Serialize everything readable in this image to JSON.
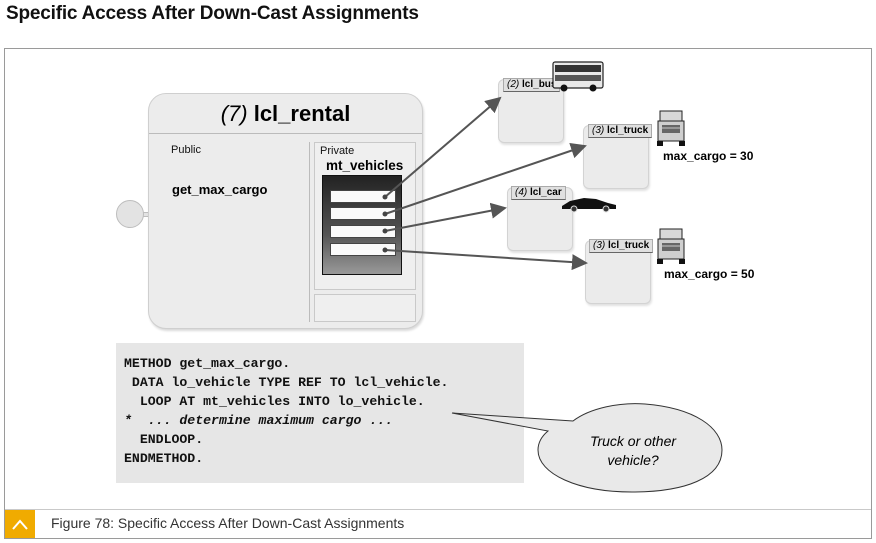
{
  "page": {
    "title": "Specific Access After Down-Cast Assignments"
  },
  "class_box": {
    "number": "(7)",
    "name": "lcl_rental",
    "public_label": "Public",
    "public_method": "get_max_cargo",
    "private_label": "Private",
    "private_attribute": "mt_vehicles"
  },
  "objects": [
    {
      "number": "(2)",
      "name": "lcl_bus",
      "icon": "bus-icon",
      "attribute": ""
    },
    {
      "number": "(3)",
      "name": "lcl_truck",
      "icon": "truck-icon",
      "attribute": "max_cargo = 30"
    },
    {
      "number": "(4)",
      "name": "lcl_car",
      "icon": "car-icon",
      "attribute": ""
    },
    {
      "number": "(3)",
      "name": "lcl_truck",
      "icon": "truck-icon",
      "attribute": "max_cargo = 50"
    }
  ],
  "code": {
    "lines": [
      "METHOD get_max_cargo.",
      " DATA lo_vehicle TYPE REF TO lcl_vehicle.",
      "  LOOP AT mt_vehicles INTO lo_vehicle.",
      "*  ... determine maximum cargo ...",
      "  ENDLOOP.",
      "ENDMETHOD."
    ]
  },
  "callout": {
    "line1": "Truck or other",
    "line2": "vehicle?"
  },
  "caption": {
    "text": "Figure 78: Specific Access After Down-Cast Assignments",
    "icon": "chevron-up-icon",
    "accent_color": "#f0ab00"
  }
}
